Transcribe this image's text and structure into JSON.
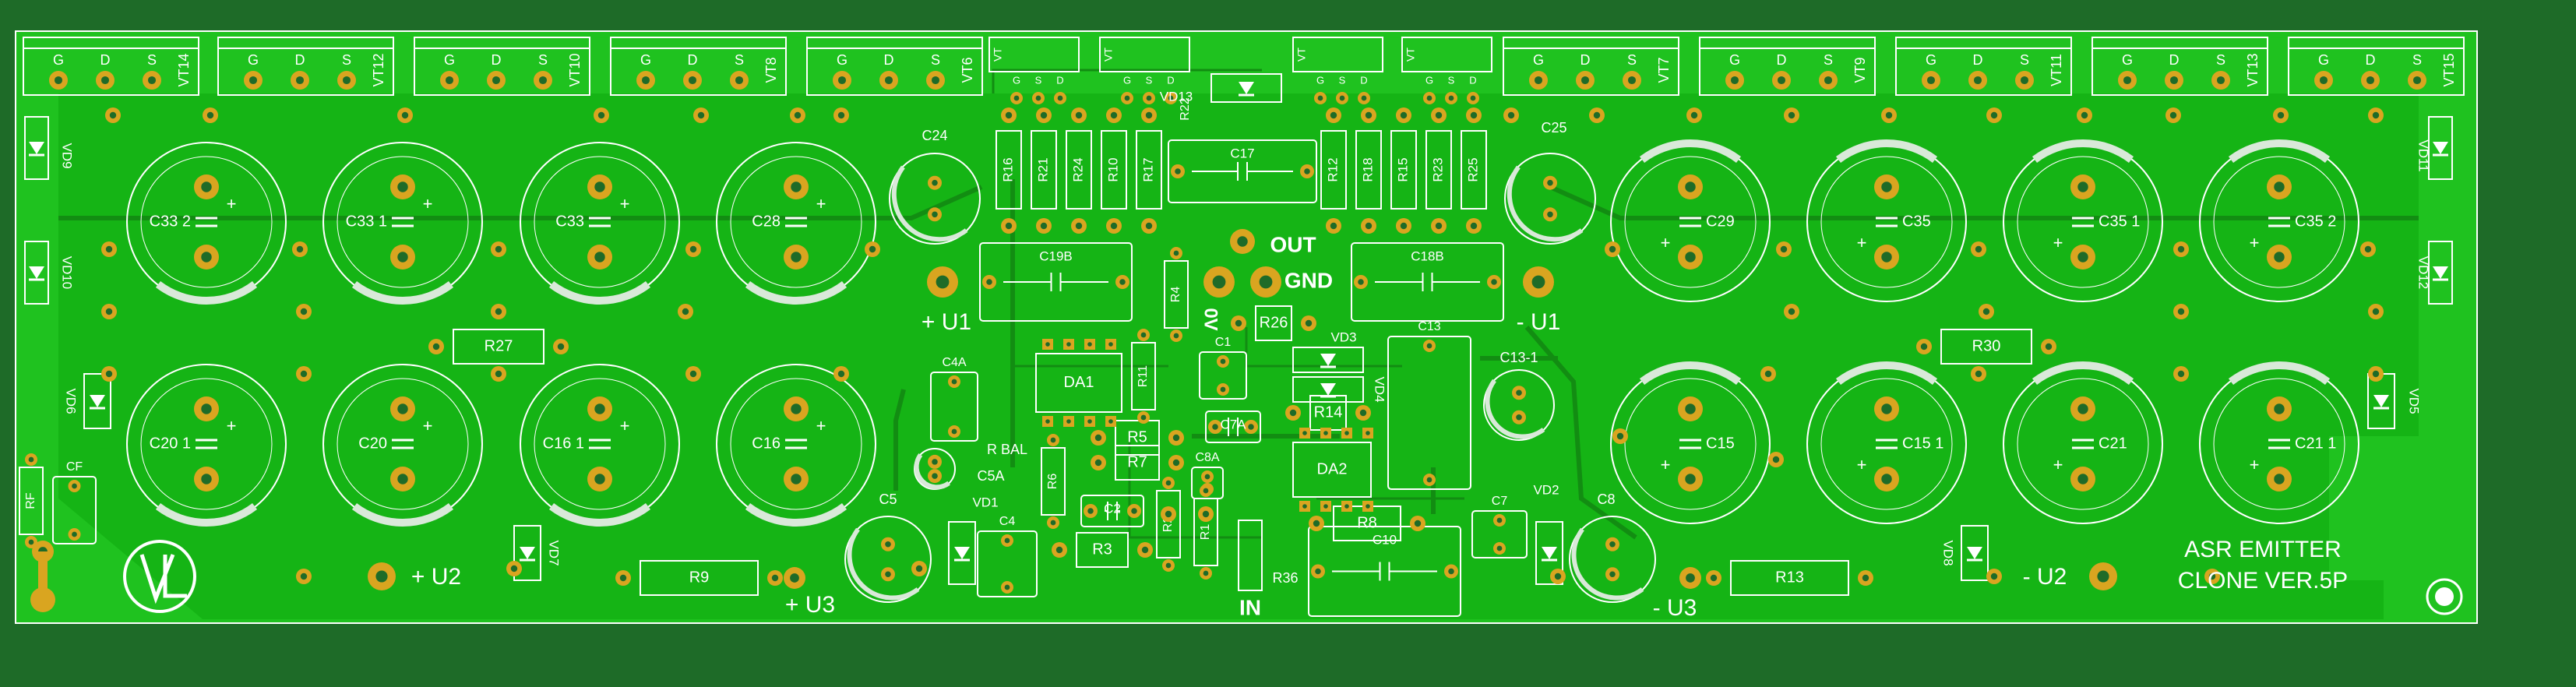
{
  "title_lines": [
    "ASR EMITTER",
    "CLONE VER.5P"
  ],
  "colors": {
    "background": "#1e6b28",
    "board": "#1fc21f",
    "board_dark": "#15a515",
    "trace": "#138c13",
    "silk": "#ffffff",
    "pad": "#d9a520",
    "pad_hole": "#1e6b28"
  },
  "power_labels": {
    "plus_u1": "+ U1",
    "minus_u1": "- U1",
    "plus_u2": "+ U2",
    "minus_u2": "- U2",
    "plus_u3": "+ U3",
    "minus_u3": "- U3",
    "out": "OUT",
    "gnd": "GND",
    "in": "IN",
    "zero_v": "0V"
  },
  "transistors_top": [
    {
      "ref": "VT14",
      "pins": [
        "G",
        "D",
        "S"
      ]
    },
    {
      "ref": "VT12",
      "pins": [
        "G",
        "D",
        "S"
      ]
    },
    {
      "ref": "VT10",
      "pins": [
        "G",
        "D",
        "S"
      ]
    },
    {
      "ref": "VT8",
      "pins": [
        "G",
        "D",
        "S"
      ]
    },
    {
      "ref": "VT6",
      "pins": [
        "G",
        "D",
        "S"
      ]
    },
    {
      "ref": "VT7",
      "pins": [
        "G",
        "D",
        "S"
      ]
    },
    {
      "ref": "VT9",
      "pins": [
        "G",
        "D",
        "S"
      ]
    },
    {
      "ref": "VT11",
      "pins": [
        "G",
        "D",
        "S"
      ]
    },
    {
      "ref": "VT13",
      "pins": [
        "G",
        "D",
        "S"
      ]
    },
    {
      "ref": "VT15",
      "pins": [
        "G",
        "D",
        "S"
      ]
    }
  ],
  "small_transistors": [
    {
      "ref": "VT",
      "pins": [
        "G",
        "S",
        "D"
      ]
    },
    {
      "ref": "VT",
      "pins": [
        "G",
        "S",
        "D"
      ]
    },
    {
      "ref": "VT",
      "pins": [
        "G",
        "S",
        "D"
      ]
    },
    {
      "ref": "VT",
      "pins": [
        "G",
        "S",
        "D"
      ]
    }
  ],
  "caps_large": {
    "top_left": [
      "C33 2",
      "C33 1",
      "C33",
      "C28"
    ],
    "bottom_left": [
      "C20 1",
      "C20",
      "C16 1",
      "C16"
    ],
    "top_right": [
      "C29",
      "C35",
      "C35 1",
      "C35 2"
    ],
    "bottom_right": [
      "C15",
      "C15 1",
      "C21",
      "C21 1"
    ]
  },
  "caps_small": [
    "C24",
    "C25",
    "C5",
    "C8",
    "C13-1",
    "C5A"
  ],
  "film_caps": [
    "C19B",
    "C18B",
    "C17",
    "C13",
    "C10",
    "C4A",
    "C4",
    "C2",
    "C1",
    "C7A",
    "C8A",
    "C7",
    "CF"
  ],
  "resistors_vertical_left": [
    "R16",
    "R21",
    "R24",
    "R10",
    "R17"
  ],
  "resistors_vertical_right": [
    "R12",
    "R18",
    "R15",
    "R23",
    "R25"
  ],
  "resistors_other": [
    "R27",
    "R30",
    "R9",
    "R13",
    "R26",
    "R14",
    "R8",
    "R5",
    "R7",
    "R3",
    "R6",
    "R2",
    "R1",
    "R36",
    "R11",
    "R4",
    "R22",
    "RF",
    "R BAL"
  ],
  "diodes": [
    "VD9",
    "VD10",
    "VD6",
    "VD7",
    "VD11",
    "VD12",
    "VD5",
    "VD8",
    "VD1",
    "VD2",
    "VD3",
    "VD4",
    "VD13"
  ],
  "ics": [
    "DA1",
    "DA2"
  ]
}
